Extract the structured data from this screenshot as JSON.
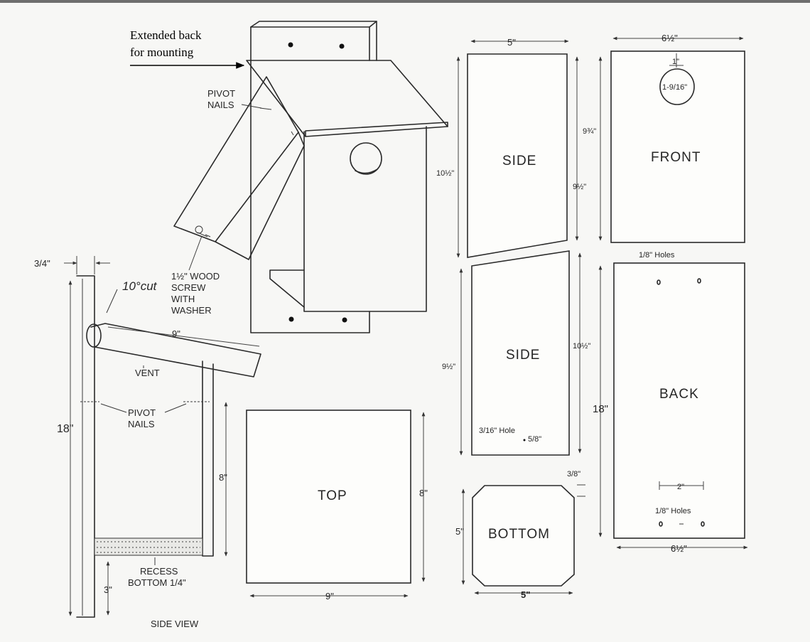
{
  "callout": {
    "line1": "Extended back",
    "line2": "for mounting"
  },
  "iso": {
    "pivot_nails_1": "PIVOT",
    "pivot_nails_2": "NAILS",
    "screw_1": "1½\" WOOD",
    "screw_2": "SCREW",
    "screw_3": "WITH",
    "screw_4": "WASHER"
  },
  "side_view": {
    "thickness": "3/4\"",
    "cut": "10°cut",
    "roof_len": "9\"",
    "vent": "VENT",
    "pivot_1": "PIVOT",
    "pivot_2": "NAILS",
    "height": "18\"",
    "inner_height": "8\"",
    "recess_1": "RECESS",
    "recess_2": "BOTTOM 1/4\"",
    "bottom_offset": "3\"",
    "caption": "SIDE VIEW"
  },
  "top_panel": {
    "label": "TOP",
    "width": "9\"",
    "height": "8\""
  },
  "side_panels": {
    "width": "5\"",
    "side1_label": "SIDE",
    "side1_left": "10½\"",
    "side1_right_a": "9¾\"",
    "side1_right_b": "9½\"",
    "side2_label": "SIDE",
    "side2_left": "9½\"",
    "side2_right": "10½\"",
    "hole": "3/16\" Hole",
    "hole_pos": "5/8\""
  },
  "bottom_panel": {
    "label": "BOTTOM",
    "height": "5\"",
    "width": "5\"",
    "corner": "3/8\""
  },
  "front_panel": {
    "label": "FRONT",
    "width": "6½\"",
    "hole_offset": "1\"",
    "hole_dia": "1-9/16\""
  },
  "back_panel": {
    "holes_top": "1/8\" Holes",
    "label": "BACK",
    "height": "18\"",
    "spacing": "2\"",
    "holes_bottom": "1/8\" Holes",
    "width": "6½\""
  }
}
